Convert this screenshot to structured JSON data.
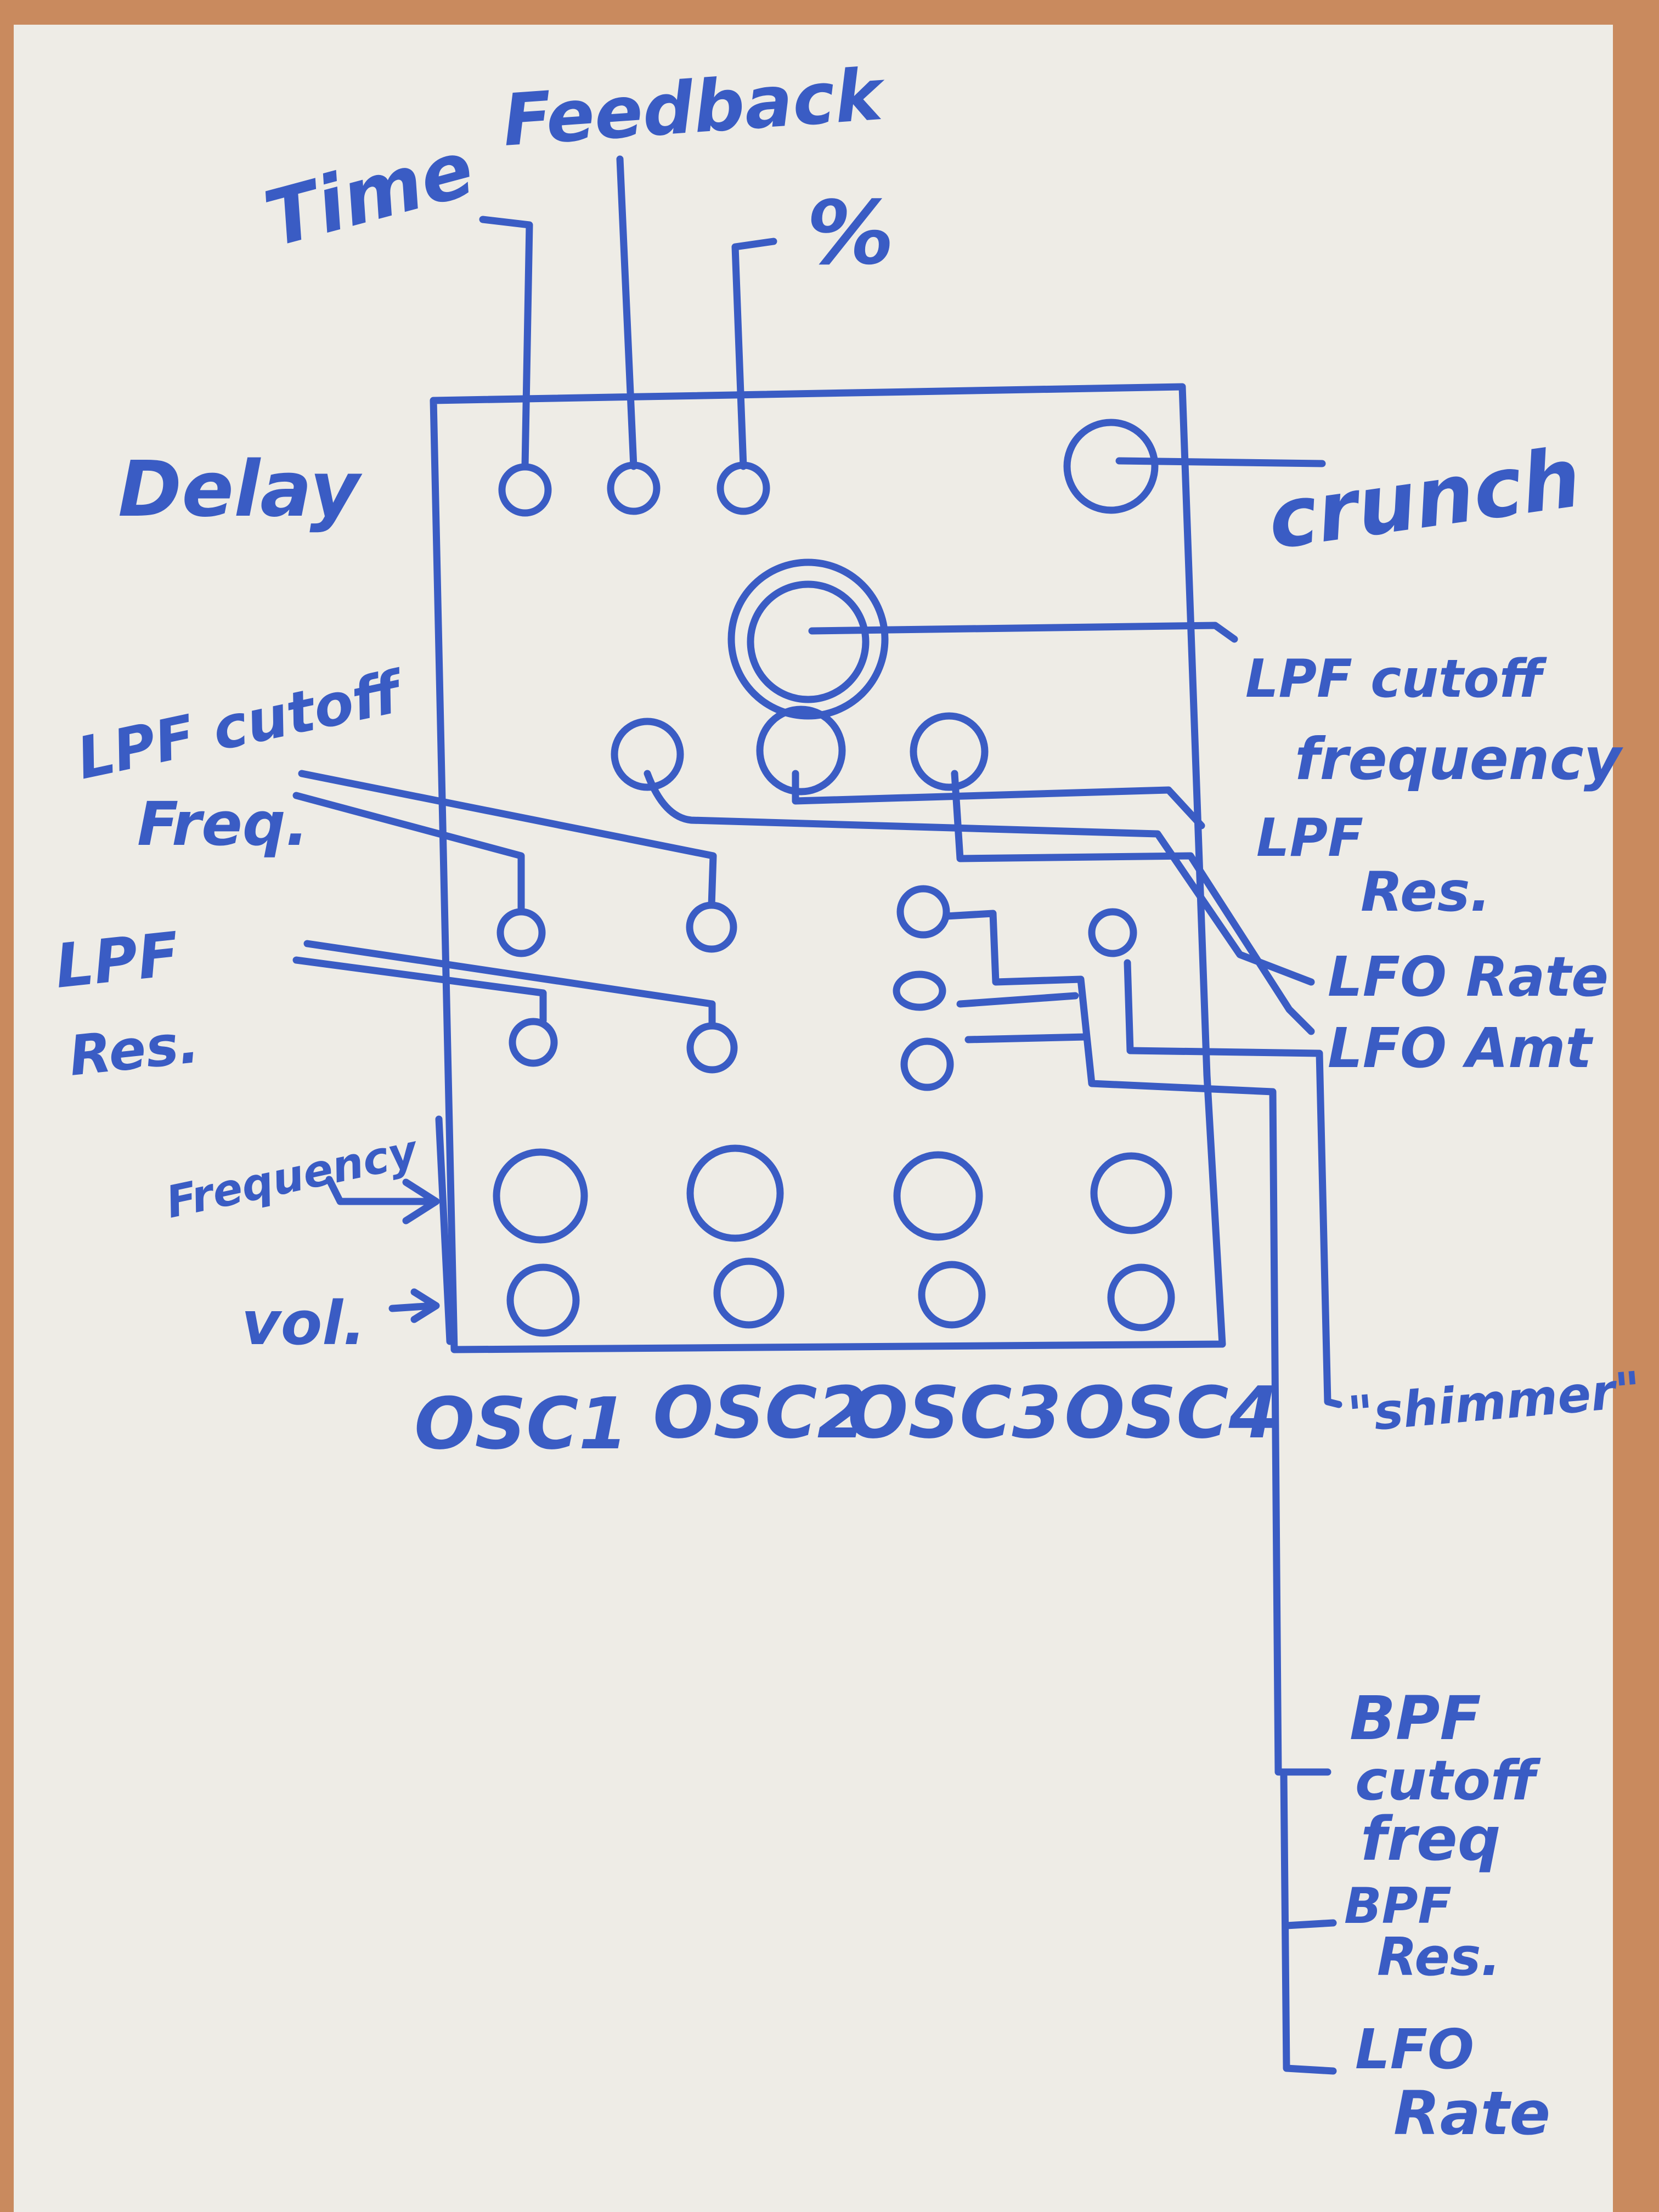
{
  "board": {
    "frame_color": "#c98a5e",
    "surface_color": "#eeece6",
    "ink_color": "#3a5cc4"
  },
  "labels": {
    "delay": "Delay",
    "time": "Time",
    "feedback": "Feedback",
    "percent": "%",
    "crunch": "crunch",
    "lpf_cutoff_frequency_right_1": "LPF cutoff",
    "lpf_cutoff_frequency_right_2": "frequency",
    "lpf_res_right_1": "LPF",
    "lpf_res_right_2": "Res.",
    "lfo_rate_right": "LFO Rate",
    "lfo_amt_right": "LFO Amt",
    "shimmer": "\"shimmer\"",
    "lpf_cutoff_left_1": "LPF cutoff",
    "lpf_cutoff_left_2": "Freq.",
    "lpf_res_left_1": "LPF",
    "lpf_res_left_2": "Res.",
    "frequency_left": "Frequency",
    "vol_left": "vol.",
    "bpf_cutoff_1": "BPF",
    "bpf_cutoff_2": "cutoff",
    "bpf_cutoff_3": "freq",
    "bpf_res_1": "BPF",
    "bpf_res_2": "Res.",
    "lfo_rate_bottom_1": "LFO",
    "lfo_rate_bottom_2": "Rate"
  },
  "oscillators": [
    "OSC1",
    "OSC2",
    "OSC3",
    "OSC4"
  ]
}
